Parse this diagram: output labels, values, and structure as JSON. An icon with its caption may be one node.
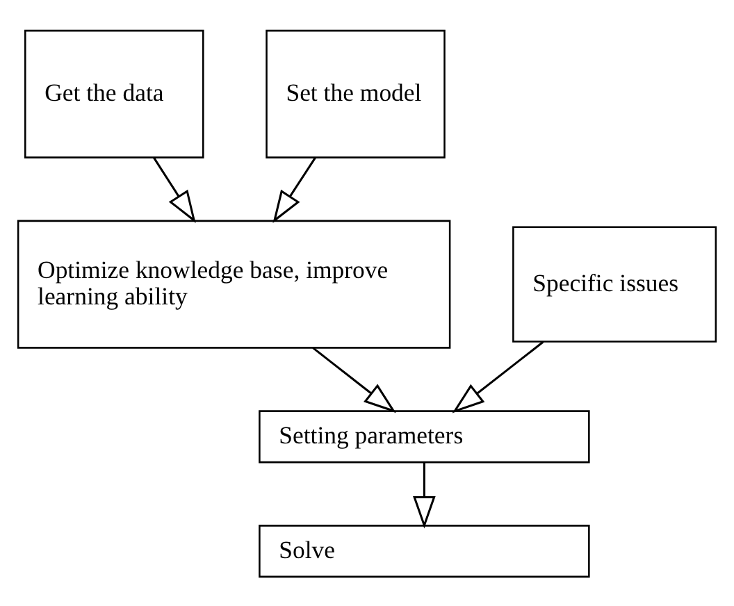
{
  "diagram": {
    "nodes": [
      {
        "text": [
          "Get the data"
        ]
      },
      {
        "text": [
          "Set the model"
        ]
      },
      {
        "text": [
          "Optimize knowledge base, improve learning ability"
        ]
      },
      {
        "text": [
          "Specific issues"
        ]
      },
      {
        "text": [
          "Setting parameters"
        ]
      },
      {
        "text": [
          "Solve"
        ]
      }
    ],
    "edges": [
      {
        "from": 0,
        "to": 2,
        "arrow": "to"
      },
      {
        "from": 1,
        "to": 2,
        "arrow": "to"
      },
      {
        "from": 2,
        "to": 4,
        "arrow": "to"
      },
      {
        "from": 3,
        "to": 4,
        "arrow": "to"
      },
      {
        "from": 4,
        "to": 5,
        "arrow": "to"
      }
    ]
  }
}
